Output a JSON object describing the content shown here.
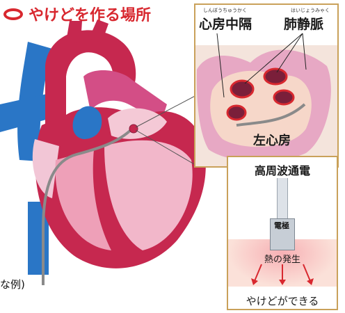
{
  "title": {
    "text": "やけどを作る場所"
  },
  "inset": {
    "septum": {
      "label": "心房中隔",
      "reading": "しんぼうちゅうかく"
    },
    "pulmonary_veins": {
      "label": "肺静脈",
      "reading": "はいじょうみゃく"
    },
    "left_atrium": {
      "label": "左心房"
    }
  },
  "electrode_panel": {
    "heading": "高周波通電",
    "electrode_label": "電極",
    "heat_label": "熱の発生",
    "result_label": "やけどができる"
  },
  "caption": {
    "text": "な例)"
  },
  "colors": {
    "accent_red": "#d8282f",
    "artery_red": "#c6284f",
    "vein_blue": "#2a76c6",
    "muscle_pink": "#e98aa3",
    "border_gold": "#c9a15a"
  }
}
